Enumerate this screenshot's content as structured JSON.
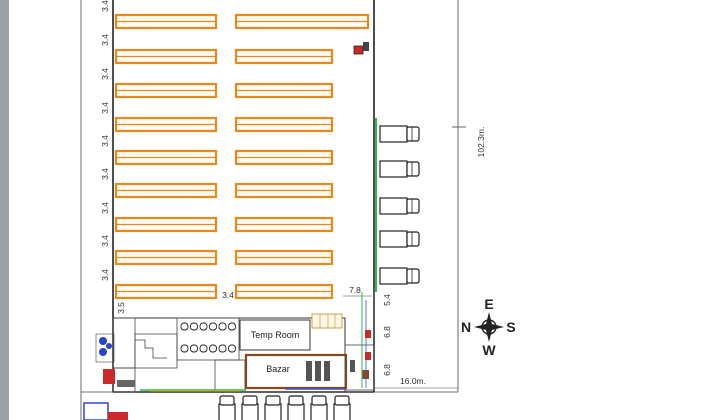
{
  "plan": {
    "rack_spacing_label": "3.4",
    "rack_spacing_count": 9,
    "side_dims": [
      "3.4",
      "3.4",
      "3.4",
      "3.4",
      "3.4",
      "3.4",
      "3.4",
      "3.4",
      "3.4"
    ],
    "dim_bottom_left": "3.5",
    "dim_aisle_center": "3.4",
    "dim_corner": "7.8",
    "dim_lane": [
      "5.4",
      "6.8",
      "6.8"
    ],
    "building_length": "102.3m.",
    "lane_width": "16.0m.",
    "rooms": {
      "temp_room": "Temp Room",
      "bazar": "Bazar"
    },
    "compass": {
      "north": "N",
      "south": "S",
      "east": "E",
      "west": "W"
    },
    "colors": {
      "rack": "#e8891e",
      "wall": "#222222",
      "sidebar": "#9aa0a8",
      "bazar": "#8b4a1e",
      "green_line": "#2fb84a",
      "blue_line": "#3b4fd8"
    },
    "rows": 9,
    "trucks_east": 5,
    "trucks_south": 6
  }
}
